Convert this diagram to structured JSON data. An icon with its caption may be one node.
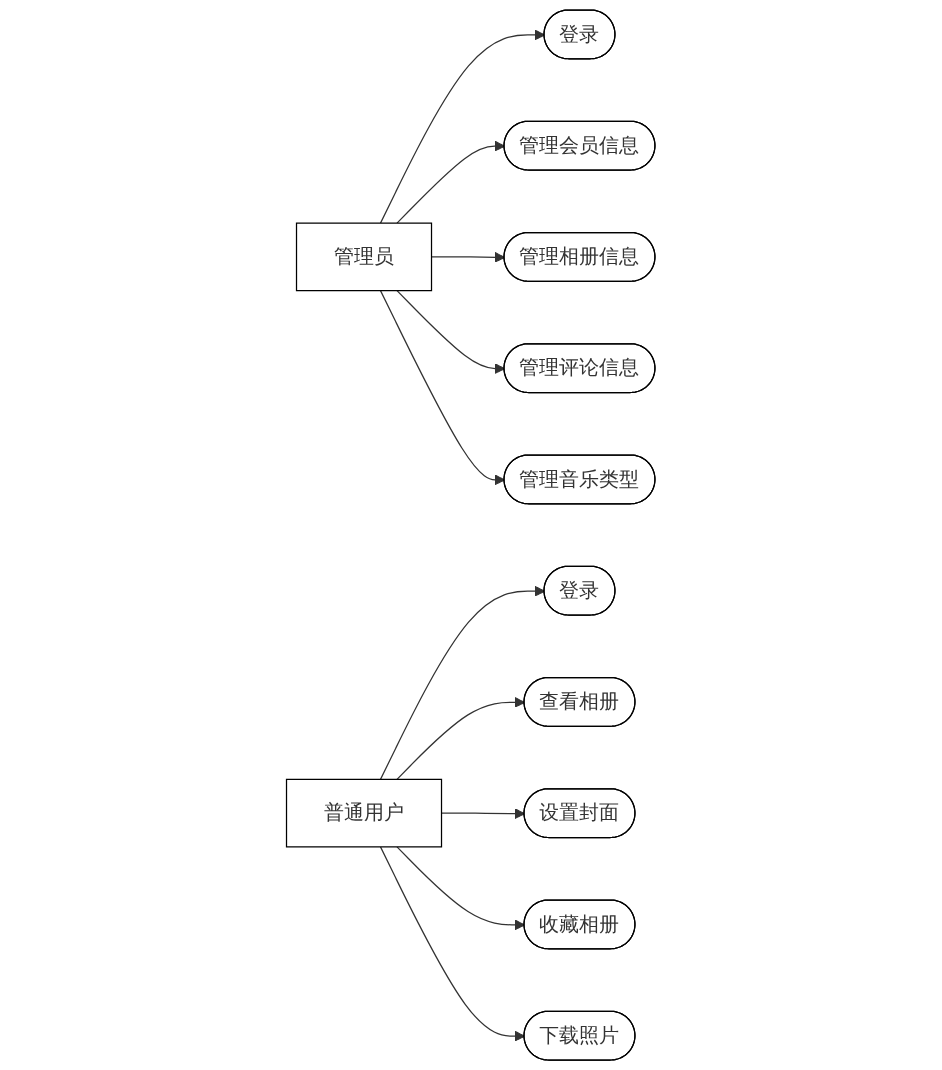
{
  "diagram": {
    "nodes": [
      {
        "text": [
          "管理员"
        ]
      },
      {
        "text": [
          "登录"
        ]
      },
      {
        "text": [
          "管理会员信息"
        ]
      },
      {
        "text": [
          "管理相册信息"
        ]
      },
      {
        "text": [
          "管理评论信息"
        ]
      },
      {
        "text": [
          "管理音乐类型"
        ]
      },
      {
        "text": [
          "普通用户"
        ]
      },
      {
        "text": [
          "登录"
        ]
      },
      {
        "text": [
          "查看相册"
        ]
      },
      {
        "text": [
          "设置封面"
        ]
      },
      {
        "text": [
          "收藏相册"
        ]
      },
      {
        "text": [
          "下载照片"
        ]
      }
    ],
    "edges": [
      {
        "from": 0,
        "to": 1,
        "arrow": "to"
      },
      {
        "from": 0,
        "to": 2,
        "arrow": "to"
      },
      {
        "from": 0,
        "to": 3,
        "arrow": "to"
      },
      {
        "from": 0,
        "to": 4,
        "arrow": "to"
      },
      {
        "from": 0,
        "to": 5,
        "arrow": "to"
      },
      {
        "from": 6,
        "to": 7,
        "arrow": "to"
      },
      {
        "from": 6,
        "to": 8,
        "arrow": "to"
      },
      {
        "from": 6,
        "to": 9,
        "arrow": "to"
      },
      {
        "from": 6,
        "to": 10,
        "arrow": "to"
      },
      {
        "from": 6,
        "to": 11,
        "arrow": "to"
      }
    ]
  }
}
